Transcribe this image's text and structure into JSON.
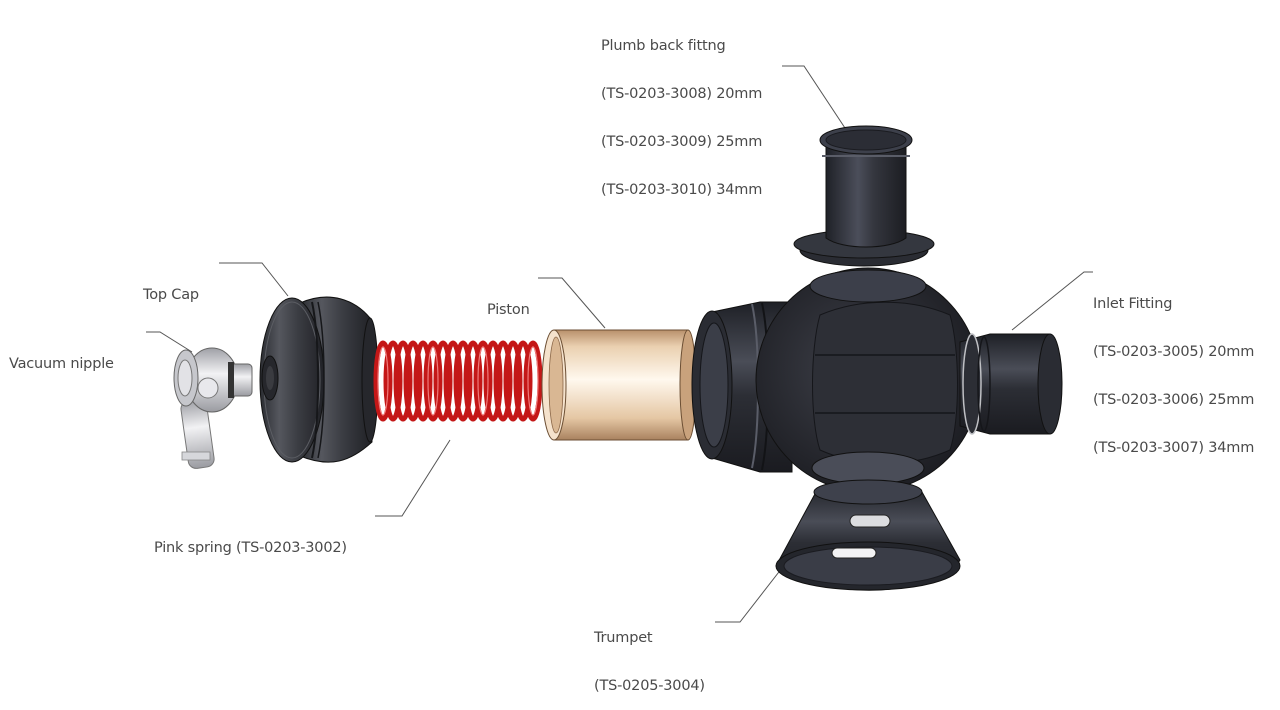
{
  "diagram": {
    "type": "exploded assembly view",
    "colors": {
      "body": "#2e3036",
      "spring": "#d81e1e",
      "piston": "#e8c9a4",
      "nipple": "#d8d8dc",
      "leader_line": "#555555",
      "text": "#4a4a4a"
    }
  },
  "labels": {
    "plumb_back": {
      "title": "Plumb back fittng",
      "lines": [
        "(TS-0203-3008) 20mm",
        "(TS-0203-3009) 25mm",
        "(TS-0203-3010) 34mm"
      ]
    },
    "inlet": {
      "title": "Inlet Fitting",
      "lines": [
        "(TS-0203-3005) 20mm",
        "(TS-0203-3006) 25mm",
        "(TS-0203-3007) 34mm"
      ]
    },
    "top_cap": {
      "title": "Top Cap"
    },
    "vacuum_nipple": {
      "title": "Vacuum nipple"
    },
    "piston": {
      "title": "Piston"
    },
    "pink_spring": {
      "title": "Pink spring (TS-0203-3002)"
    },
    "trumpet": {
      "title": "Trumpet",
      "lines": [
        "(TS-0205-3004)"
      ]
    }
  }
}
